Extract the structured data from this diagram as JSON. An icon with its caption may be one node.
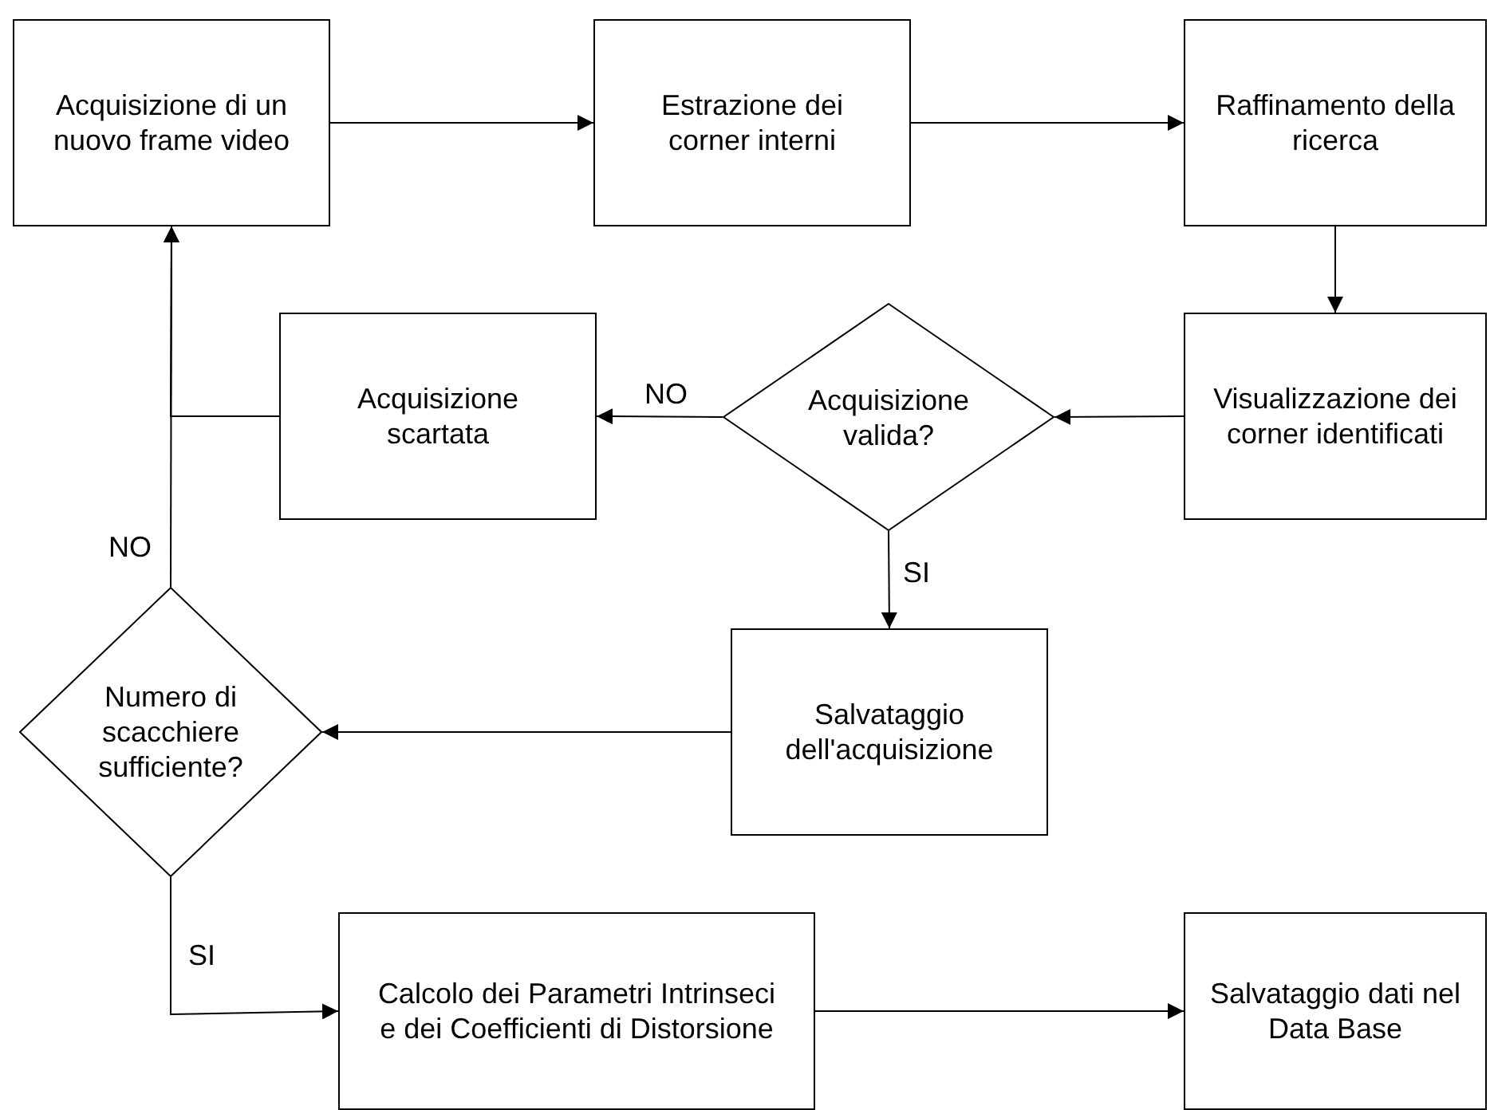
{
  "diagram": {
    "nodes": [
      {
        "text": [
          "Acquisizione di un nuovo frame video"
        ]
      },
      {
        "text": [
          "Estrazione dei corner interni"
        ]
      },
      {
        "text": [
          "Raffinamento della ricerca"
        ]
      },
      {
        "text": [
          "Visualizzazione dei corner identificati"
        ]
      },
      {
        "text": [
          "Acquisizione valida?"
        ]
      },
      {
        "text": [
          "Acquisizione scartata"
        ]
      },
      {
        "text": [
          "Salvataggio dell'acquisizione"
        ]
      },
      {
        "text": [
          "Numero di scacchiere sufficiente?"
        ]
      },
      {
        "text": [
          "Calcolo dei Parametri Intrinseci e dei Coefficienti di Distorsione"
        ]
      },
      {
        "text": [
          "Salvataggio dati nel Data Base"
        ]
      }
    ],
    "edges": [
      {
        "from": 0,
        "to": 1,
        "arrow": "to"
      },
      {
        "from": 1,
        "to": 2,
        "arrow": "to"
      },
      {
        "from": 2,
        "to": 3,
        "arrow": "to"
      },
      {
        "from": 3,
        "to": 4,
        "arrow": "to"
      },
      {
        "from": 4,
        "to": 5,
        "arrow": "to",
        "label": "NO"
      },
      {
        "from": 4,
        "to": 6,
        "arrow": "to",
        "label": "SI"
      },
      {
        "from": 6,
        "to": 7,
        "arrow": "to"
      },
      {
        "from": 7,
        "to": 0,
        "arrow": "to",
        "label": "NO"
      },
      {
        "from": 5,
        "to": 0,
        "arrow": "to"
      },
      {
        "from": 7,
        "to": 8,
        "arrow": "to",
        "label": "SI"
      },
      {
        "from": 8,
        "to": 9,
        "arrow": "to"
      }
    ]
  }
}
